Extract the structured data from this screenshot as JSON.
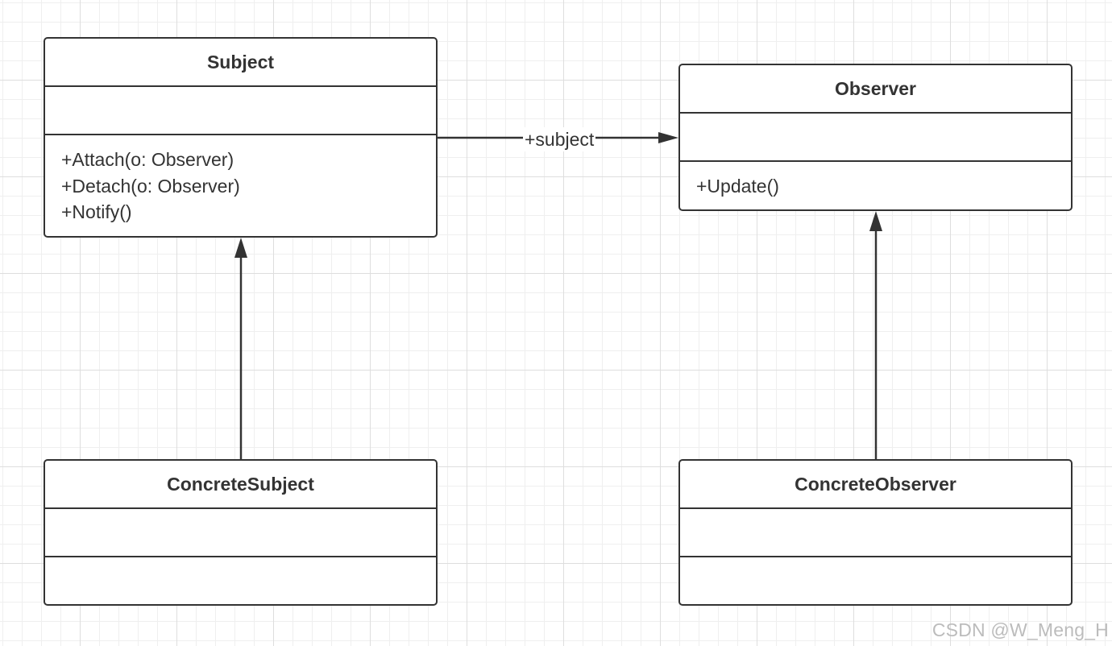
{
  "classes": {
    "subject": {
      "name": "Subject",
      "attributes": [],
      "operations": [
        "+Attach(o: Observer)",
        "+Detach(o: Observer)",
        "+Notify()"
      ]
    },
    "observer": {
      "name": "Observer",
      "attributes": [],
      "operations": [
        "+Update()"
      ]
    },
    "concrete_subject": {
      "name": "ConcreteSubject",
      "attributes": [],
      "operations": []
    },
    "concrete_observer": {
      "name": "ConcreteObserver",
      "attributes": [],
      "operations": []
    }
  },
  "relationships": [
    {
      "from": "Subject",
      "to": "Observer",
      "kind": "association",
      "label": "+subject"
    },
    {
      "from": "ConcreteSubject",
      "to": "Subject",
      "kind": "inheritance",
      "label": ""
    },
    {
      "from": "ConcreteObserver",
      "to": "Observer",
      "kind": "inheritance",
      "label": ""
    }
  ],
  "watermark": "CSDN @W_Meng_H",
  "colors": {
    "stroke": "#333333",
    "grid_major": "#dedede",
    "grid_minor": "#efefef",
    "watermark": "#bcbcbc"
  }
}
